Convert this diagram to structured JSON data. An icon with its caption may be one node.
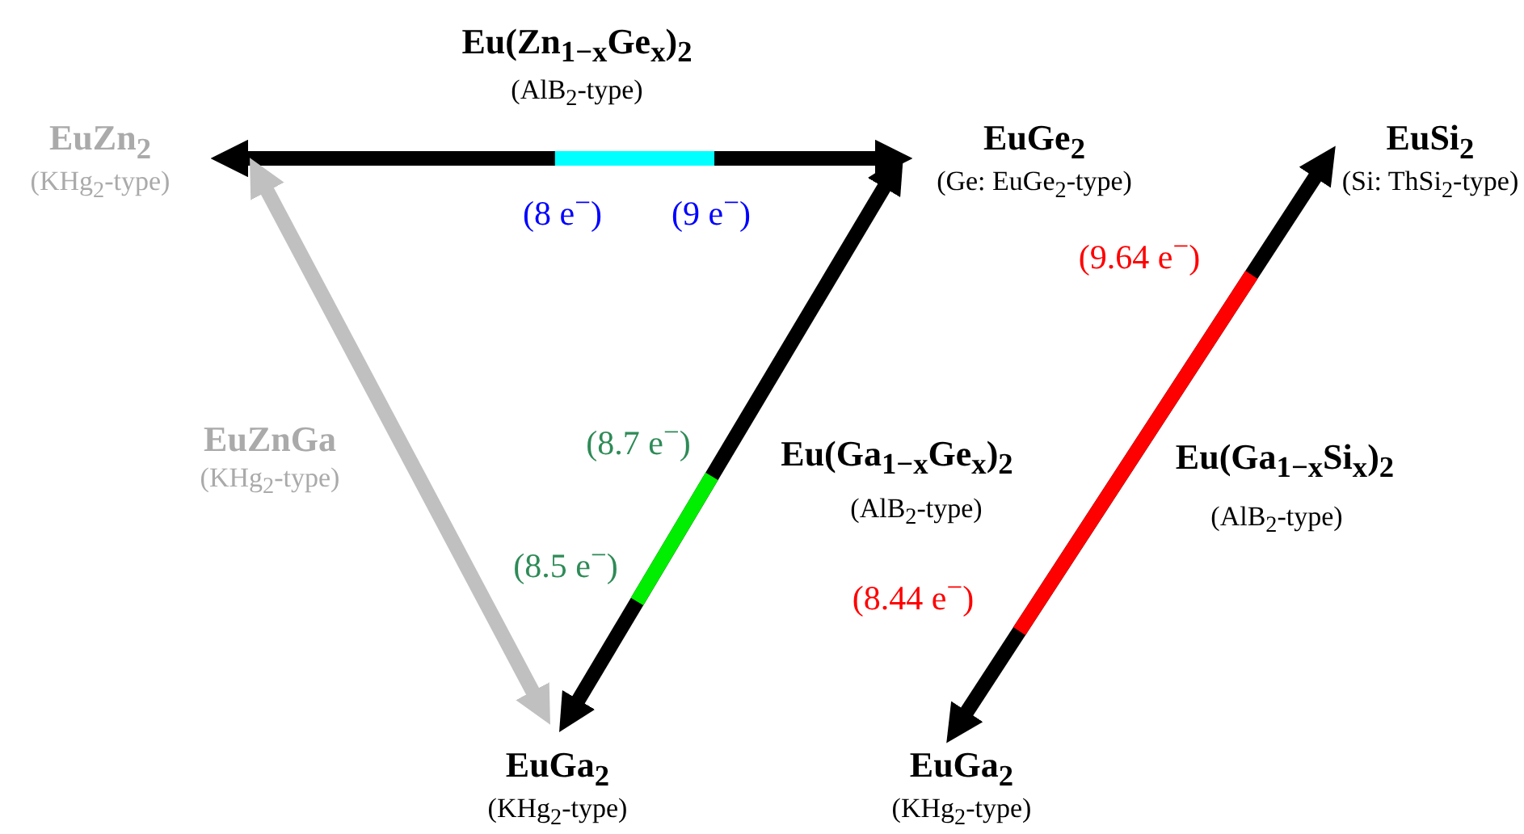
{
  "diagram": {
    "nodes": [
      {
        "text": [
          "EuZn$_{2}$",
          "(KHg$_{2}$-type)"
        ]
      },
      {
        "text": [
          "EuGe$_{2}$",
          "(Ge: EuGe$_{2}$-type)"
        ]
      },
      {
        "text": [
          "EuSi$_{2}$",
          "(Si: ThSi$_{2}$-type)"
        ]
      },
      {
        "text": [
          "EuGa$_{2}$",
          "(KHg$_{2}$-type)"
        ]
      },
      {
        "text": [
          "EuGa$_{2}$",
          "(KHg$_{2}$-type)"
        ]
      }
    ],
    "edges": [
      {
        "from": 0,
        "to": 1,
        "arrow": "both",
        "label": "Eu(Zn$_{1−x}$Ge$_{x}$)$_{2}$"
      },
      {
        "from": 0,
        "to": 3,
        "arrow": "both",
        "color": "#c0c0c0",
        "label": "EuZnGa"
      },
      {
        "from": 3,
        "to": 1,
        "arrow": "both",
        "label": "Eu(Ga$_{1−x}$Ge$_{x}$)$_{2}$"
      },
      {
        "from": 2,
        "to": 4,
        "arrow": "both",
        "label": "Eu(Ga$_{1−x}$Si$_{x}$)$_{2}$"
      }
    ],
    "labels": [
      "(AlB$_{2}$-type)",
      "(8 e$^{−}$)",
      "(9 e$^{−}$)",
      "(9.64 e$^{−}$)",
      "(8.7 e$^{−}$)",
      "(KHg$_{2}$-type)",
      "(AlB$_{2}$-type)",
      "(AlB$_{2}$-type)",
      "(8.5 e$^{−}$)",
      "(8.44 e$^{−}$)"
    ]
  }
}
